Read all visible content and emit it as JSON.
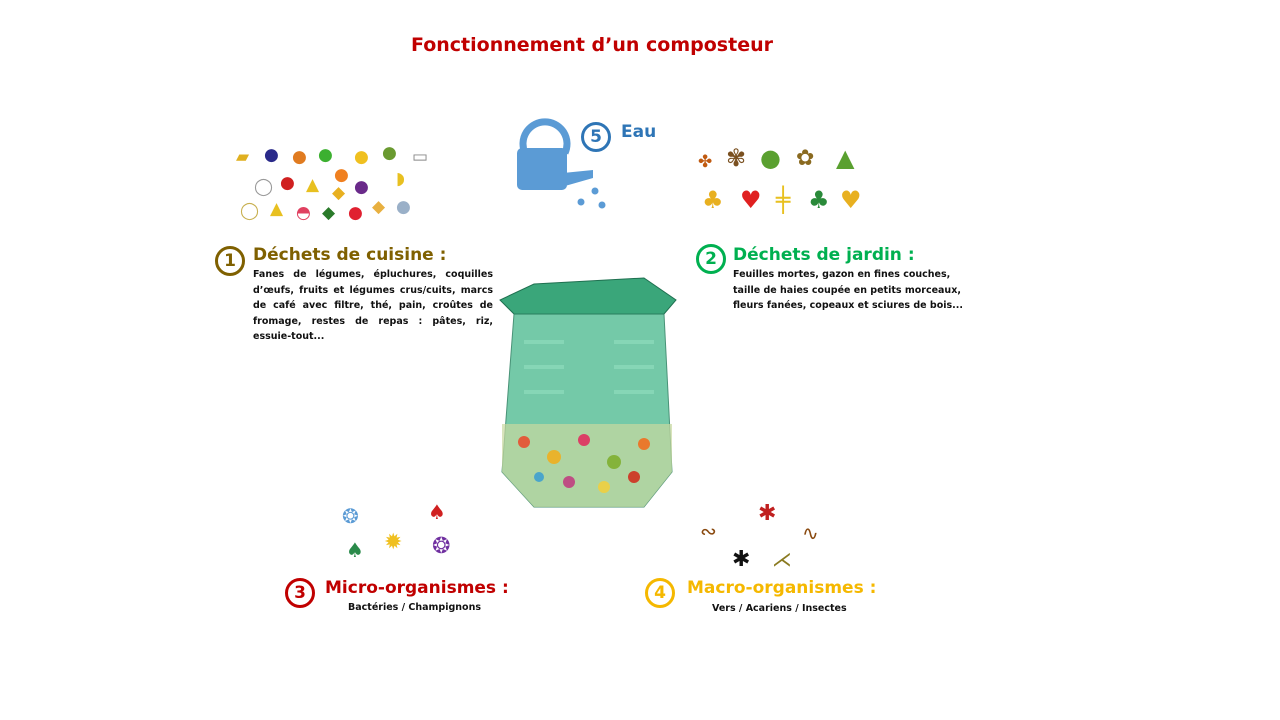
{
  "title": "Fonctionnement d’un composteur",
  "colors": {
    "title": "#c00000",
    "cuisine": "#7f6000",
    "jardin": "#00b050",
    "micro": "#c00000",
    "macro": "#f5b800",
    "eau": "#2e75b6"
  },
  "sections": {
    "cuisine": {
      "number": "1",
      "heading": "Déchets de cuisine :",
      "text": "Fanes de légumes, épluchures, coquilles d’œufs, fruits et légumes crus/cuits, marcs de café avec filtre, thé, pain, croûtes de fromage, restes de repas : pâtes, riz, essuie-tout..."
    },
    "jardin": {
      "number": "2",
      "heading": "Déchets de jardin :",
      "text": "Feuilles mortes, gazon en fines couches, taille de haies coupée en petits morceaux, fleurs fanées, copeaux et sciures de bois..."
    },
    "micro": {
      "number": "3",
      "heading": "Micro-organismes :",
      "text": "Bactéries / Champignons"
    },
    "macro": {
      "number": "4",
      "heading": "Macro-organismes :",
      "text": "Vers / Acariens / Insectes"
    },
    "eau": {
      "number": "5",
      "heading": "Eau"
    }
  }
}
